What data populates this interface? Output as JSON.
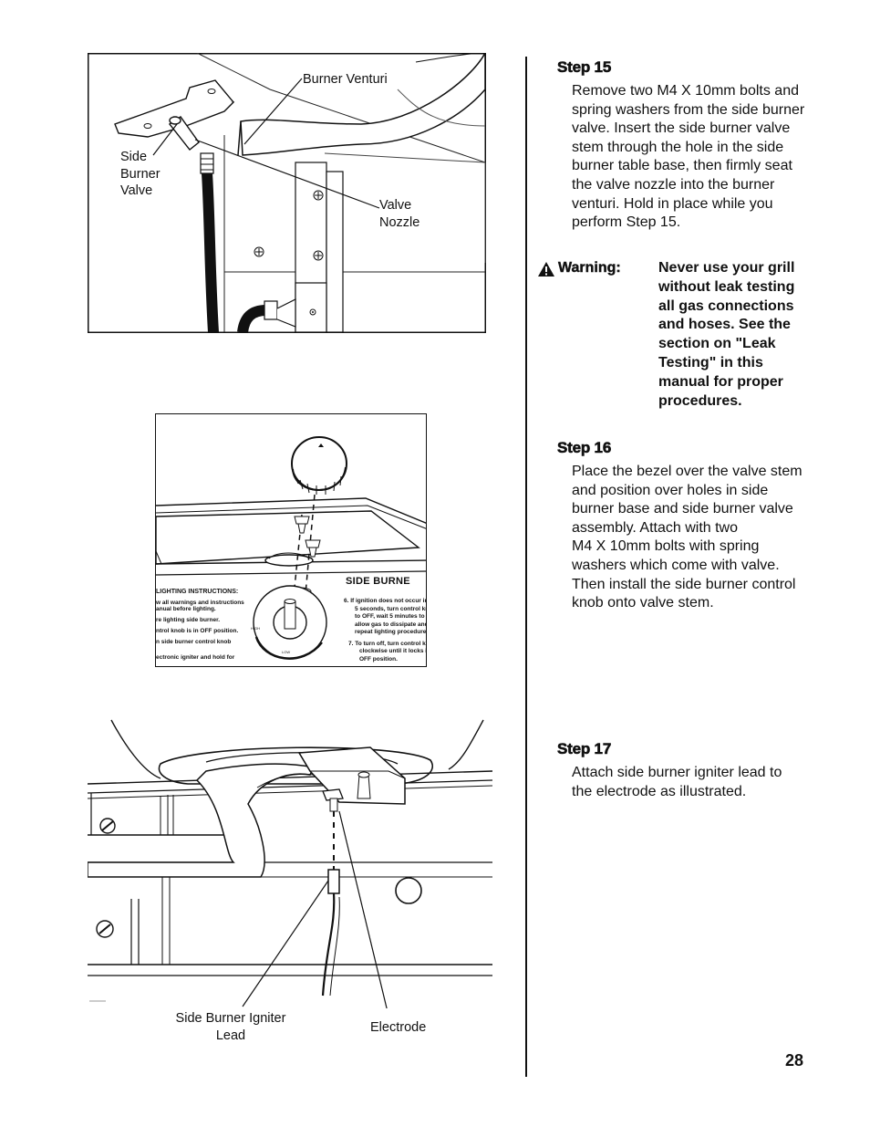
{
  "figure1": {
    "labels": {
      "burner_venturi": "Burner Venturi",
      "side_burner_valve": [
        "Side",
        "Burner",
        "Valve"
      ],
      "valve_nozzle": [
        "Valve",
        "Nozzle"
      ]
    }
  },
  "figure2": {
    "panel_title": "SIDE BURNE",
    "left_instructions": [
      "LIGHTING INSTRUCTIONS:",
      "w all warnings and instructions",
      "anual before lighting.",
      "re lighting side burner.",
      "ntrol knob is in OFF position.",
      "n side burner control knob",
      "ectronic igniter and hold for"
    ],
    "right_instructions": [
      "6.  If ignition does not occur in",
      "5 seconds, turn control kno",
      "to OFF, wait 5 minutes to",
      "allow gas to dissipate and",
      "repeat lighting procedure.",
      "7.  To turn off, turn control kn",
      "clockwise until it locks in",
      "OFF position."
    ],
    "dial_labels": {
      "high": "HIGH",
      "low": "LOW"
    }
  },
  "figure3": {
    "labels": {
      "igniter_lead": [
        "Side Burner Igniter",
        "Lead"
      ],
      "electrode": "Electrode"
    }
  },
  "step15": {
    "title": "Step 15",
    "body": "Remove two M4 X 10mm bolts and spring washers from the side burner valve. Insert the side burner valve stem through the hole in the side burner table base, then firmly seat the valve nozzle into the burner venturi. Hold in place while you perform Step 15."
  },
  "warning": {
    "label": "Warning:",
    "text": "Never use your grill without leak testing all gas connections and hoses. See the section on \"Leak Testing\" in this manual for proper procedures."
  },
  "step16": {
    "title": "Step 16",
    "body_lines": [
      "Place the bezel over the valve stem",
      "and position over holes in side",
      "burner base and side burner valve",
      "assembly. Attach with two",
      "M4 X 10mm bolts with spring",
      "washers which come with valve.",
      "Then install the side burner control",
      "knob onto valve stem."
    ]
  },
  "step17": {
    "title": "Step 17",
    "body": "Attach side burner igniter lead to the electrode as illustrated."
  },
  "page_number": "28"
}
